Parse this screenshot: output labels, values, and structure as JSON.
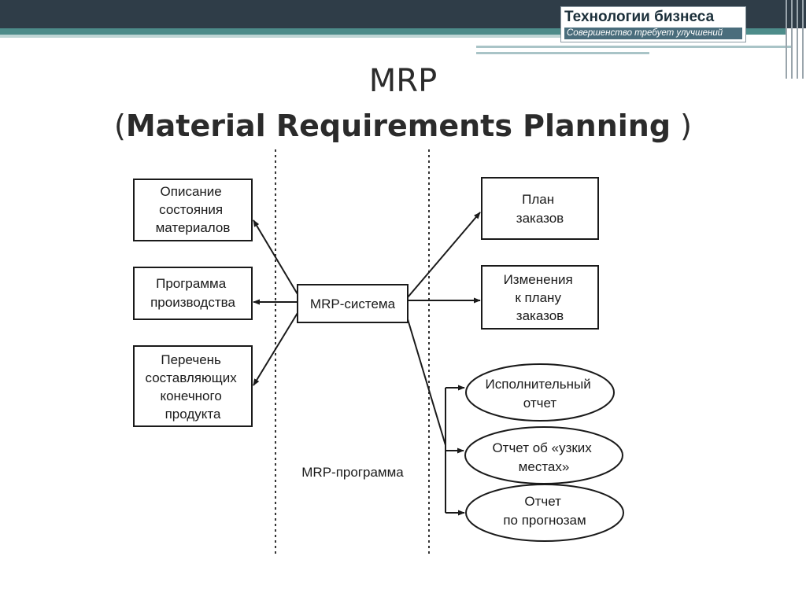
{
  "header": {
    "brand_name": "Технологии бизнеса",
    "brand_tagline": "Совершенство требует улучшений"
  },
  "slide": {
    "title_line1": "MRP",
    "title_open_paren": "(",
    "title_line2": "Material Requirements Planning",
    "title_close_paren": " )"
  },
  "diagram": {
    "center": "MRP-система",
    "program_label": "MRP-программа",
    "inputs": [
      [
        "Описание",
        "состояния",
        "материалов"
      ],
      [
        "Программа",
        "производства"
      ],
      [
        "Перечень",
        "составляющих",
        "конечного",
        "продукта"
      ]
    ],
    "outputs": [
      [
        "План",
        "заказов"
      ],
      [
        "Изменения",
        "к плану",
        "заказов"
      ]
    ],
    "reports": [
      [
        "Исполнительный",
        "отчет"
      ],
      [
        "Отчет об «узких",
        "местах»"
      ],
      [
        "Отчет",
        "по прогнозам"
      ]
    ]
  }
}
